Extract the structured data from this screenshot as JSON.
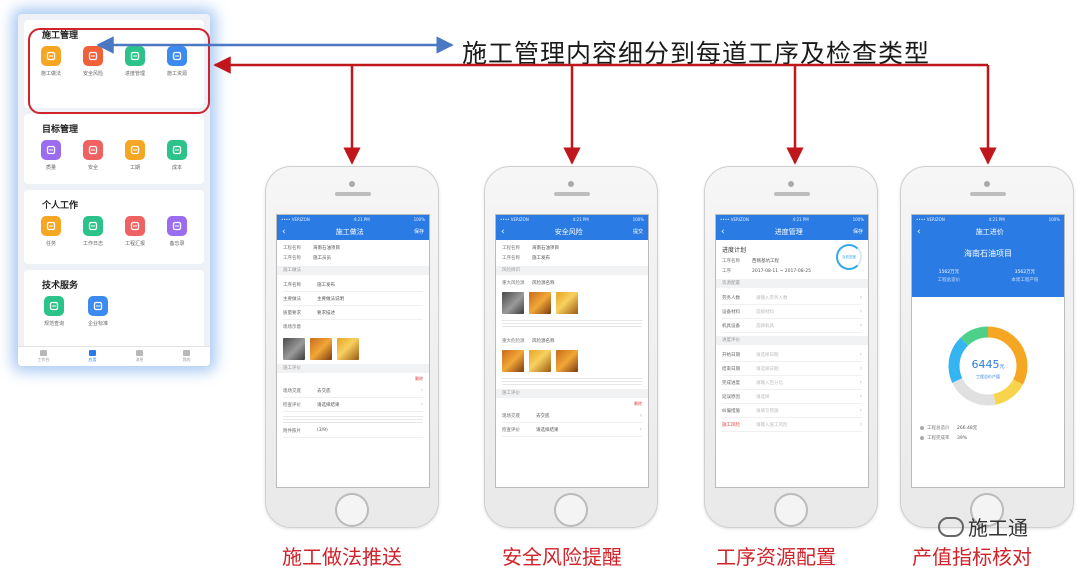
{
  "headline": "施工管理内容细分到每道工序及检查类型",
  "colors": {
    "accent_blue": "#2a7be4",
    "highlight_red": "#d0232a"
  },
  "app_panel": {
    "sections": [
      {
        "title": "施工管理",
        "items": [
          {
            "label": "施工做法",
            "icon": "clipboard-icon",
            "color": "#f5a623"
          },
          {
            "label": "安全风险",
            "icon": "shield-icon",
            "color": "#f0613a"
          },
          {
            "label": "进度管理",
            "icon": "progress-icon",
            "color": "#2cc38b"
          },
          {
            "label": "施工资源",
            "icon": "resource-icon",
            "color": "#3d8bf0"
          }
        ]
      },
      {
        "title": "目标管理",
        "items": [
          {
            "label": "质量",
            "icon": "heart-icon",
            "color": "#9b6cf0"
          },
          {
            "label": "安全",
            "icon": "mountain-icon",
            "color": "#f06262"
          },
          {
            "label": "工期",
            "icon": "clock-icon",
            "color": "#f5a623"
          },
          {
            "label": "成本",
            "icon": "chart-icon",
            "color": "#2cc38b"
          }
        ]
      },
      {
        "title": "个人工作",
        "items": [
          {
            "label": "任务",
            "icon": "mail-icon",
            "color": "#f5a623"
          },
          {
            "label": "工作日志",
            "icon": "pen-icon",
            "color": "#2cc38b"
          },
          {
            "label": "工程汇报",
            "icon": "report-icon",
            "color": "#f06262"
          },
          {
            "label": "备忘录",
            "icon": "memo-icon",
            "color": "#9b6cf0"
          }
        ]
      },
      {
        "title": "技术服务",
        "items": [
          {
            "label": "规范查询",
            "icon": "tools-icon",
            "color": "#2cc38b"
          },
          {
            "label": "企业标准",
            "icon": "grid-icon",
            "color": "#3d8bf0"
          }
        ]
      }
    ],
    "tabs": [
      {
        "label": "工作台",
        "active": false
      },
      {
        "label": "应用",
        "active": true
      },
      {
        "label": "消息",
        "active": false
      },
      {
        "label": "我的",
        "active": false
      }
    ]
  },
  "phones": [
    {
      "caption": "施工做法推送",
      "status": {
        "carrier": "•••• VERIZON",
        "time": "4:21 PM",
        "battery": "100%"
      },
      "nav": {
        "title": "施工做法",
        "action": "保存"
      },
      "top_rows": [
        {
          "k": "工程名称",
          "v": "海南石油项目"
        },
        {
          "k": "工序名称",
          "v": "施工员员"
        }
      ],
      "section1": "施工做法",
      "fields": [
        {
          "k": "工序名称",
          "v": "施工发布"
        },
        {
          "k": "主要做法",
          "v": "主要做法说明"
        },
        {
          "k": "质量要求",
          "v": "要求描述"
        },
        {
          "k": "现场示意",
          "v": ""
        }
      ],
      "section2": "施工评价",
      "delete_label": "删除",
      "fields2": [
        {
          "k": "现场交底",
          "v": "去交底"
        },
        {
          "k": "检查评价",
          "v": "请选择结果"
        }
      ],
      "footer": {
        "k": "附件照片",
        "v": "(3/9)"
      }
    },
    {
      "caption": "安全风险提醒",
      "status": {
        "carrier": "•••• VERIZON",
        "time": "4:21 PM",
        "battery": "100%"
      },
      "nav": {
        "title": "安全风险",
        "action": "提交"
      },
      "top_rows": [
        {
          "k": "工程名称",
          "v": "海南石油项目"
        },
        {
          "k": "工序名称",
          "v": "施工发布"
        }
      ],
      "section1": "风险辨识",
      "fields": [
        {
          "k": "重大风险源",
          "v": "风险源名称"
        }
      ],
      "fields_b": [
        {
          "k": "重大危险源",
          "v": "风险源名称"
        }
      ],
      "section2": "施工评价",
      "delete_label": "删除",
      "fields2": [
        {
          "k": "现场交底",
          "v": "去交底"
        },
        {
          "k": "检查评价",
          "v": "请选择结果"
        }
      ]
    },
    {
      "caption": "工序资源配置",
      "status": {
        "carrier": "•••• VERIZON",
        "time": "4:21 PM",
        "battery": "100%"
      },
      "nav": {
        "title": "进度管理",
        "action": "保存"
      },
      "plan_title": "进度计划",
      "plan_rows": [
        {
          "k": "工序名称",
          "v": "西侧基坑工程"
        },
        {
          "k": "工序",
          "v": "2017-08-11 ~ 2017-08-25"
        }
      ],
      "ring_label": "当前进度",
      "section1": "资源配置",
      "fields": [
        {
          "k": "劳务人数",
          "v": "请输入劳务人数"
        },
        {
          "k": "设备材料",
          "v": "选择材料"
        },
        {
          "k": "机具设备",
          "v": "选择机具"
        }
      ],
      "section2": "进度评价",
      "fields2": [
        {
          "k": "开始日期",
          "v": "请选择日期"
        },
        {
          "k": "结束日期",
          "v": "请选择日期"
        },
        {
          "k": "完成进度",
          "v": "请输入百分比"
        },
        {
          "k": "延误原因",
          "v": "请选择"
        },
        {
          "k": "纠偏措施",
          "v": "请填写措施"
        },
        {
          "k": "施工风险",
          "v": "请输入施工风险"
        }
      ]
    },
    {
      "caption": "产值指标核对",
      "status": {
        "carrier": "•••• VERIZON",
        "time": "4:21 PM",
        "battery": "100%"
      },
      "nav": {
        "title": "施工进价",
        "action": ""
      },
      "project": "海南石油项目",
      "stats": [
        {
          "v": "1562万元",
          "k": "工程总造价"
        },
        {
          "v": "3562万元",
          "k": "本周工程产值"
        }
      ],
      "ring": {
        "value": "6445",
        "unit": "元",
        "sub": "工程总价产值"
      },
      "legend": [
        {
          "k": "工程总造价",
          "v": "266.48元"
        },
        {
          "k": "工程完成率",
          "v": "39%"
        }
      ]
    }
  ],
  "watermark": "施工通"
}
